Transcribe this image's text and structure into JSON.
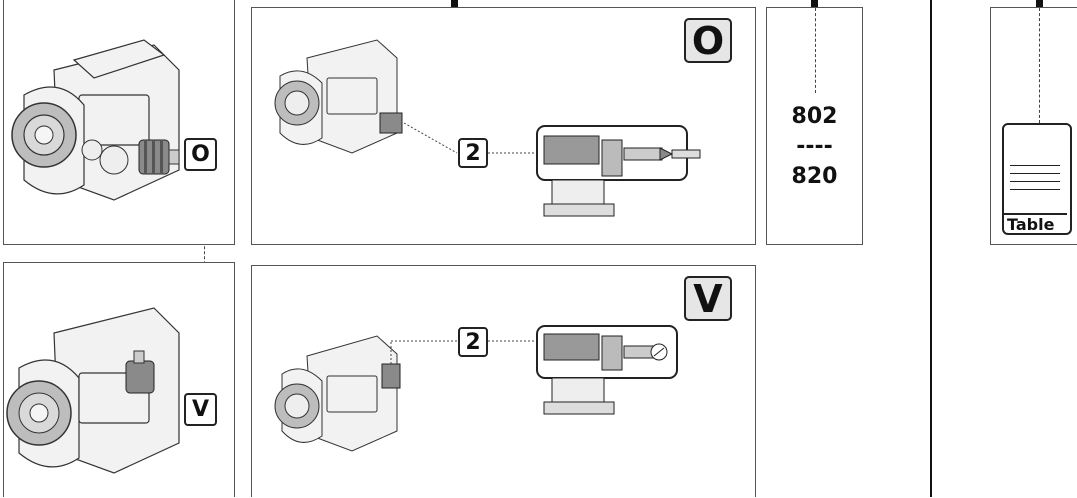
{
  "badges": {
    "o_top_small": "O",
    "o_top_large": "O",
    "v_bottom_small": "V",
    "v_bottom_large": "V",
    "step_top": "2",
    "step_bottom": "2"
  },
  "code_panel": {
    "from": "802",
    "separator": "----",
    "to": "820"
  },
  "table_icon": {
    "label": "Table"
  },
  "icons": [
    "gearbox-illustration",
    "gear-schematic-icon",
    "table-document-icon"
  ]
}
